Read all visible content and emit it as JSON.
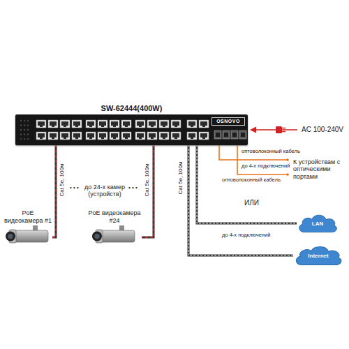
{
  "diagram": {
    "nodes": [
      {
        "text": [
          "SW-62444(400W)",
          "OSNOVO"
        ]
      },
      {
        "text": [
          "PoE видеокамера #1"
        ]
      },
      {
        "text": [
          "PoE видеокамера #24"
        ]
      },
      {
        "text": [
          "LAN"
        ]
      },
      {
        "text": [
          "Internet"
        ]
      }
    ],
    "edges": [
      {
        "from": 0,
        "to": 1,
        "arrow": "none",
        "label": "Cat 5e, 100м"
      },
      {
        "from": 0,
        "to": 2,
        "arrow": "none",
        "label": "Cat 5e, 100м"
      },
      {
        "from": 0,
        "to": 3,
        "arrow": "none",
        "label": "Cat 5e, 100м"
      },
      {
        "from": 0,
        "to": 4,
        "arrow": "none"
      }
    ],
    "labels": [
      "• • •",
      "до 24-х камер (устройств)",
      "• • •",
      "AC 100-240V",
      "оптоволоконный кабель",
      "до 4-х подключений",
      "оптоволоконный кабель",
      "К устройствам с оптическими портами",
      "ИЛИ",
      "до 4-х подключений"
    ]
  }
}
